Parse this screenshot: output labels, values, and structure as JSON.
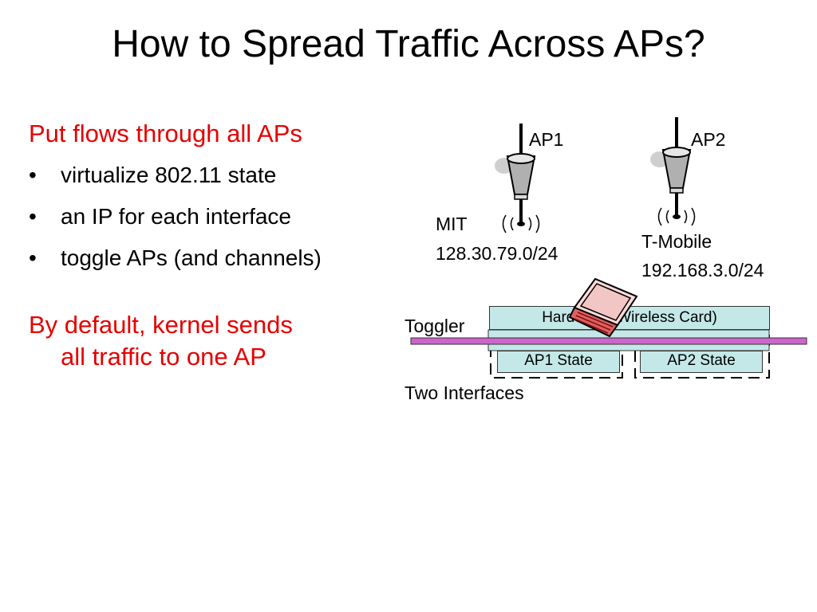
{
  "slide": {
    "title": "How to Spread Traffic Across APs?",
    "heading1": "Put flows through all APs",
    "bullets": [
      "virtualize 802.11 state",
      "an IP for each interface",
      "toggle APs (and channels)"
    ],
    "heading2_line1": "By default, kernel sends",
    "heading2_line2": "all traffic to one AP",
    "colors": {
      "accent": "#e60000",
      "bar": "#cc66cc",
      "box": "#c4e8e8"
    }
  },
  "diagram": {
    "ap1": {
      "label": "AP1",
      "network": "MIT",
      "subnet": "128.30.79.0/24"
    },
    "ap2": {
      "label": "AP2",
      "network": "T-Mobile",
      "subnet": "192.168.3.0/24"
    },
    "toggler_label": "Toggler",
    "interfaces_label": "Two Interfaces",
    "hardware_label": "Hardware (Wireless Card)",
    "ap1_state": "AP1 State",
    "ap2_state": "AP2 State",
    "icons": [
      "antenna-icon",
      "radio-wave-icon",
      "laptop-icon"
    ]
  }
}
